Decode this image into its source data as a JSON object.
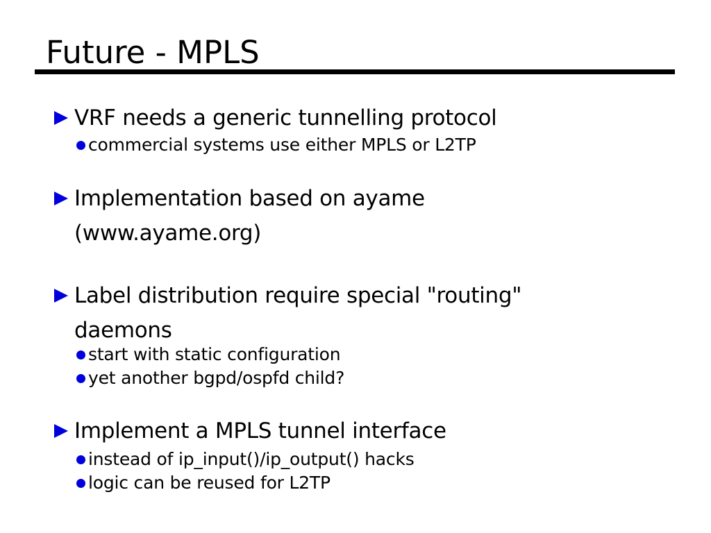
{
  "slide": {
    "title": "Future - MPLS",
    "accent_color": "#0000dd",
    "text_color": "#000000",
    "background_color": "#ffffff"
  },
  "bullets": [
    {
      "text": "VRF needs a generic tunnelling protocol",
      "subs": [
        "commercial systems use either MPLS or L2TP"
      ]
    },
    {
      "text": "Implementation based on ayame\n(www.ayame.org)",
      "subs": []
    },
    {
      "text": "Label distribution require special \"routing\"\ndaemons",
      "subs": [
        "start with static configuration",
        "yet another bgpd/ospfd child?"
      ]
    },
    {
      "text": "Implement a MPLS tunnel interface",
      "subs": [
        "instead of ip_input()/ip_output() hacks",
        "logic can be reused for L2TP"
      ]
    }
  ]
}
